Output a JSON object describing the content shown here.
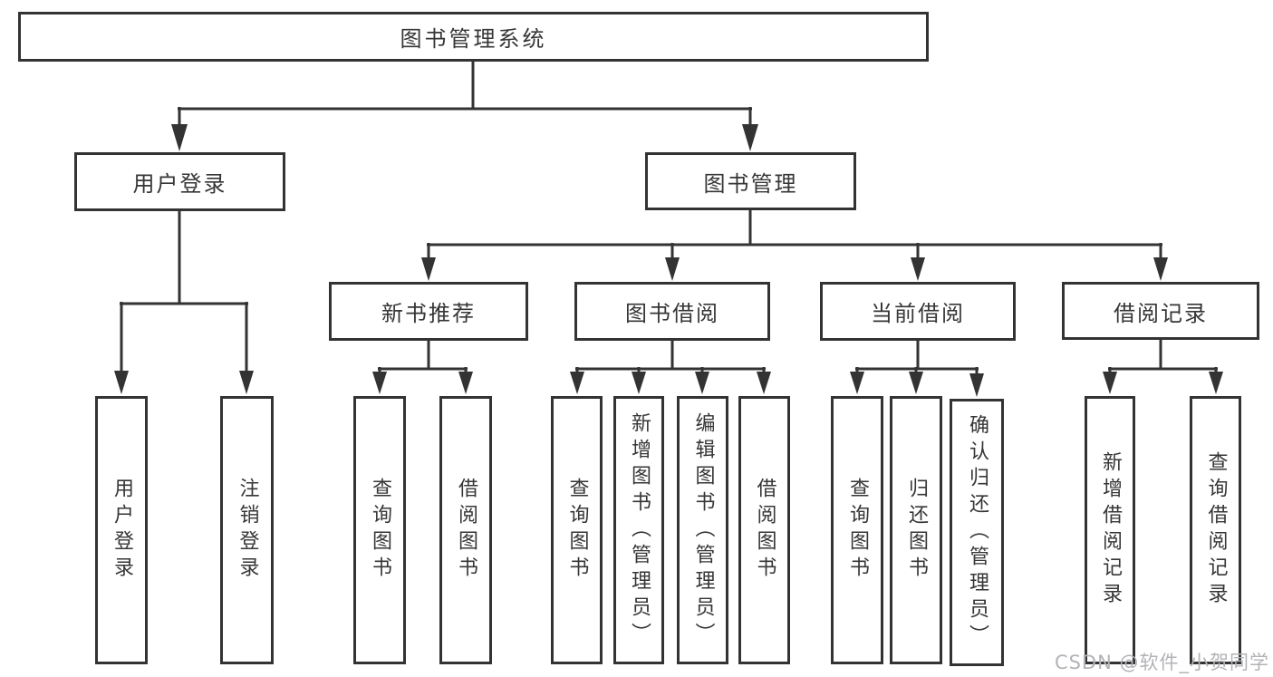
{
  "diagram": {
    "root": "图书管理系统",
    "user_login": {
      "label": "用户登录",
      "children": {
        "login": "用户登录",
        "logout": "注销登录"
      }
    },
    "book_mgmt": {
      "label": "图书管理",
      "recommend": {
        "label": "新书推荐",
        "children": {
          "query": "查询图书",
          "borrow": "借阅图书"
        }
      },
      "borrow": {
        "label": "图书借阅",
        "children": {
          "query": "查询图书",
          "add": "新增图书（管理员）",
          "edit": "编辑图书（管理员）",
          "borrow": "借阅图书"
        }
      },
      "current": {
        "label": "当前借阅",
        "children": {
          "query": "查询图书",
          "return": "归还图书",
          "confirm": "确认归还（管理员）"
        }
      },
      "records": {
        "label": "借阅记录",
        "children": {
          "add": "新增借阅记录",
          "query": "查询借阅记录"
        }
      }
    }
  },
  "watermark": {
    "text": "CSDN @软件_小贺同学"
  },
  "colors": {
    "line": "#333333",
    "node_border": "#333333",
    "node_text": "#363636",
    "background": "#ffffff",
    "watermark_text": "#b2b3b7"
  }
}
